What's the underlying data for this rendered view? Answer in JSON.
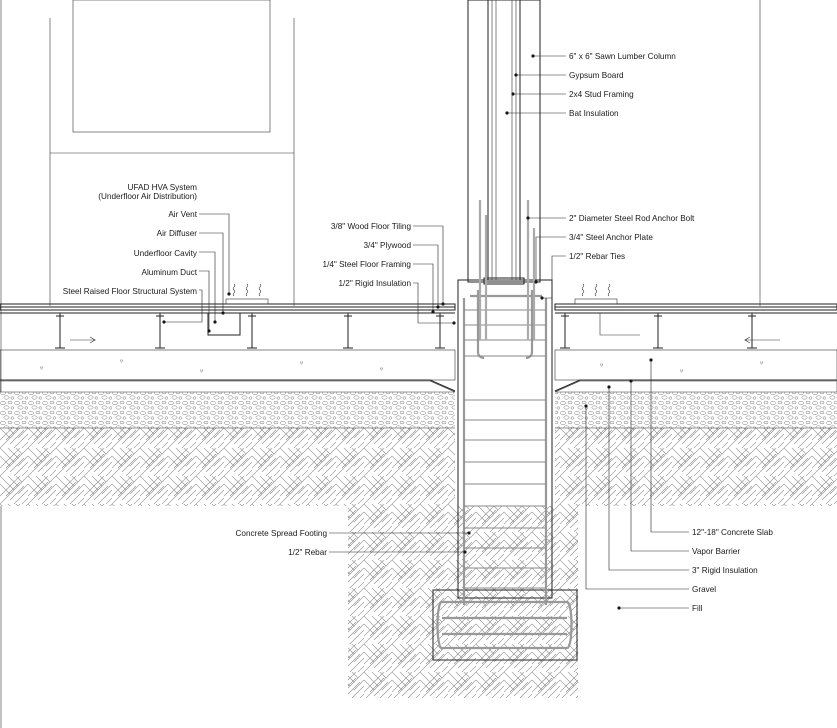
{
  "labels_left": [
    {
      "id": "ufad-title-1",
      "text": "UFAD HVA System"
    },
    {
      "id": "ufad-title-2",
      "text": "(Underfloor Air Distribution)"
    },
    {
      "id": "air-vent",
      "text": "Air Vent"
    },
    {
      "id": "air-diffuser",
      "text": "Air Diffuser"
    },
    {
      "id": "underfloor-cavity",
      "text": "Underfloor Cavity"
    },
    {
      "id": "aluminum-duct",
      "text": "Aluminum Duct"
    },
    {
      "id": "steel-raised-floor",
      "text": "Steel Raised Floor Structural System"
    },
    {
      "id": "wood-floor-tiling",
      "text": "3/8\" Wood Floor Tiling"
    },
    {
      "id": "plywood",
      "text": "3/4\" Plywood"
    },
    {
      "id": "steel-floor-framing",
      "text": "1/4\" Steel Floor Framing"
    },
    {
      "id": "rigid-insulation-half",
      "text": "1/2\" Rigid Insulation"
    },
    {
      "id": "concrete-spread-footing",
      "text": "Concrete Spread Footing"
    },
    {
      "id": "rebar-half-left",
      "text": "1/2\" Rebar"
    }
  ],
  "labels_right": [
    {
      "id": "sawn-lumber-column",
      "text": "6\" x 6\" Sawn Lumber Column"
    },
    {
      "id": "gypsum-board",
      "text": "Gypsum Board"
    },
    {
      "id": "stud-framing",
      "text": "2x4 Stud Framing"
    },
    {
      "id": "bat-insulation",
      "text": "Bat Insulation"
    },
    {
      "id": "anchor-bolt",
      "text": "2\" Diameter Steel Rod Anchor Bolt"
    },
    {
      "id": "anchor-plate",
      "text": "3/4\" Steel Anchor Plate"
    },
    {
      "id": "rebar-ties",
      "text": "1/2\" Rebar Ties"
    },
    {
      "id": "concrete-slab",
      "text": "12\"-18\" Concrete Slab"
    },
    {
      "id": "vapor-barrier",
      "text": "Vapor Barrier"
    },
    {
      "id": "rigid-insulation-3",
      "text": "3\" Rigid Insulation"
    },
    {
      "id": "gravel",
      "text": "Gravel"
    },
    {
      "id": "fill",
      "text": "Fill"
    }
  ],
  "colors": {
    "ink": "#222222",
    "concrete_fill": "#f4f4f4",
    "rebar": "#999999"
  }
}
